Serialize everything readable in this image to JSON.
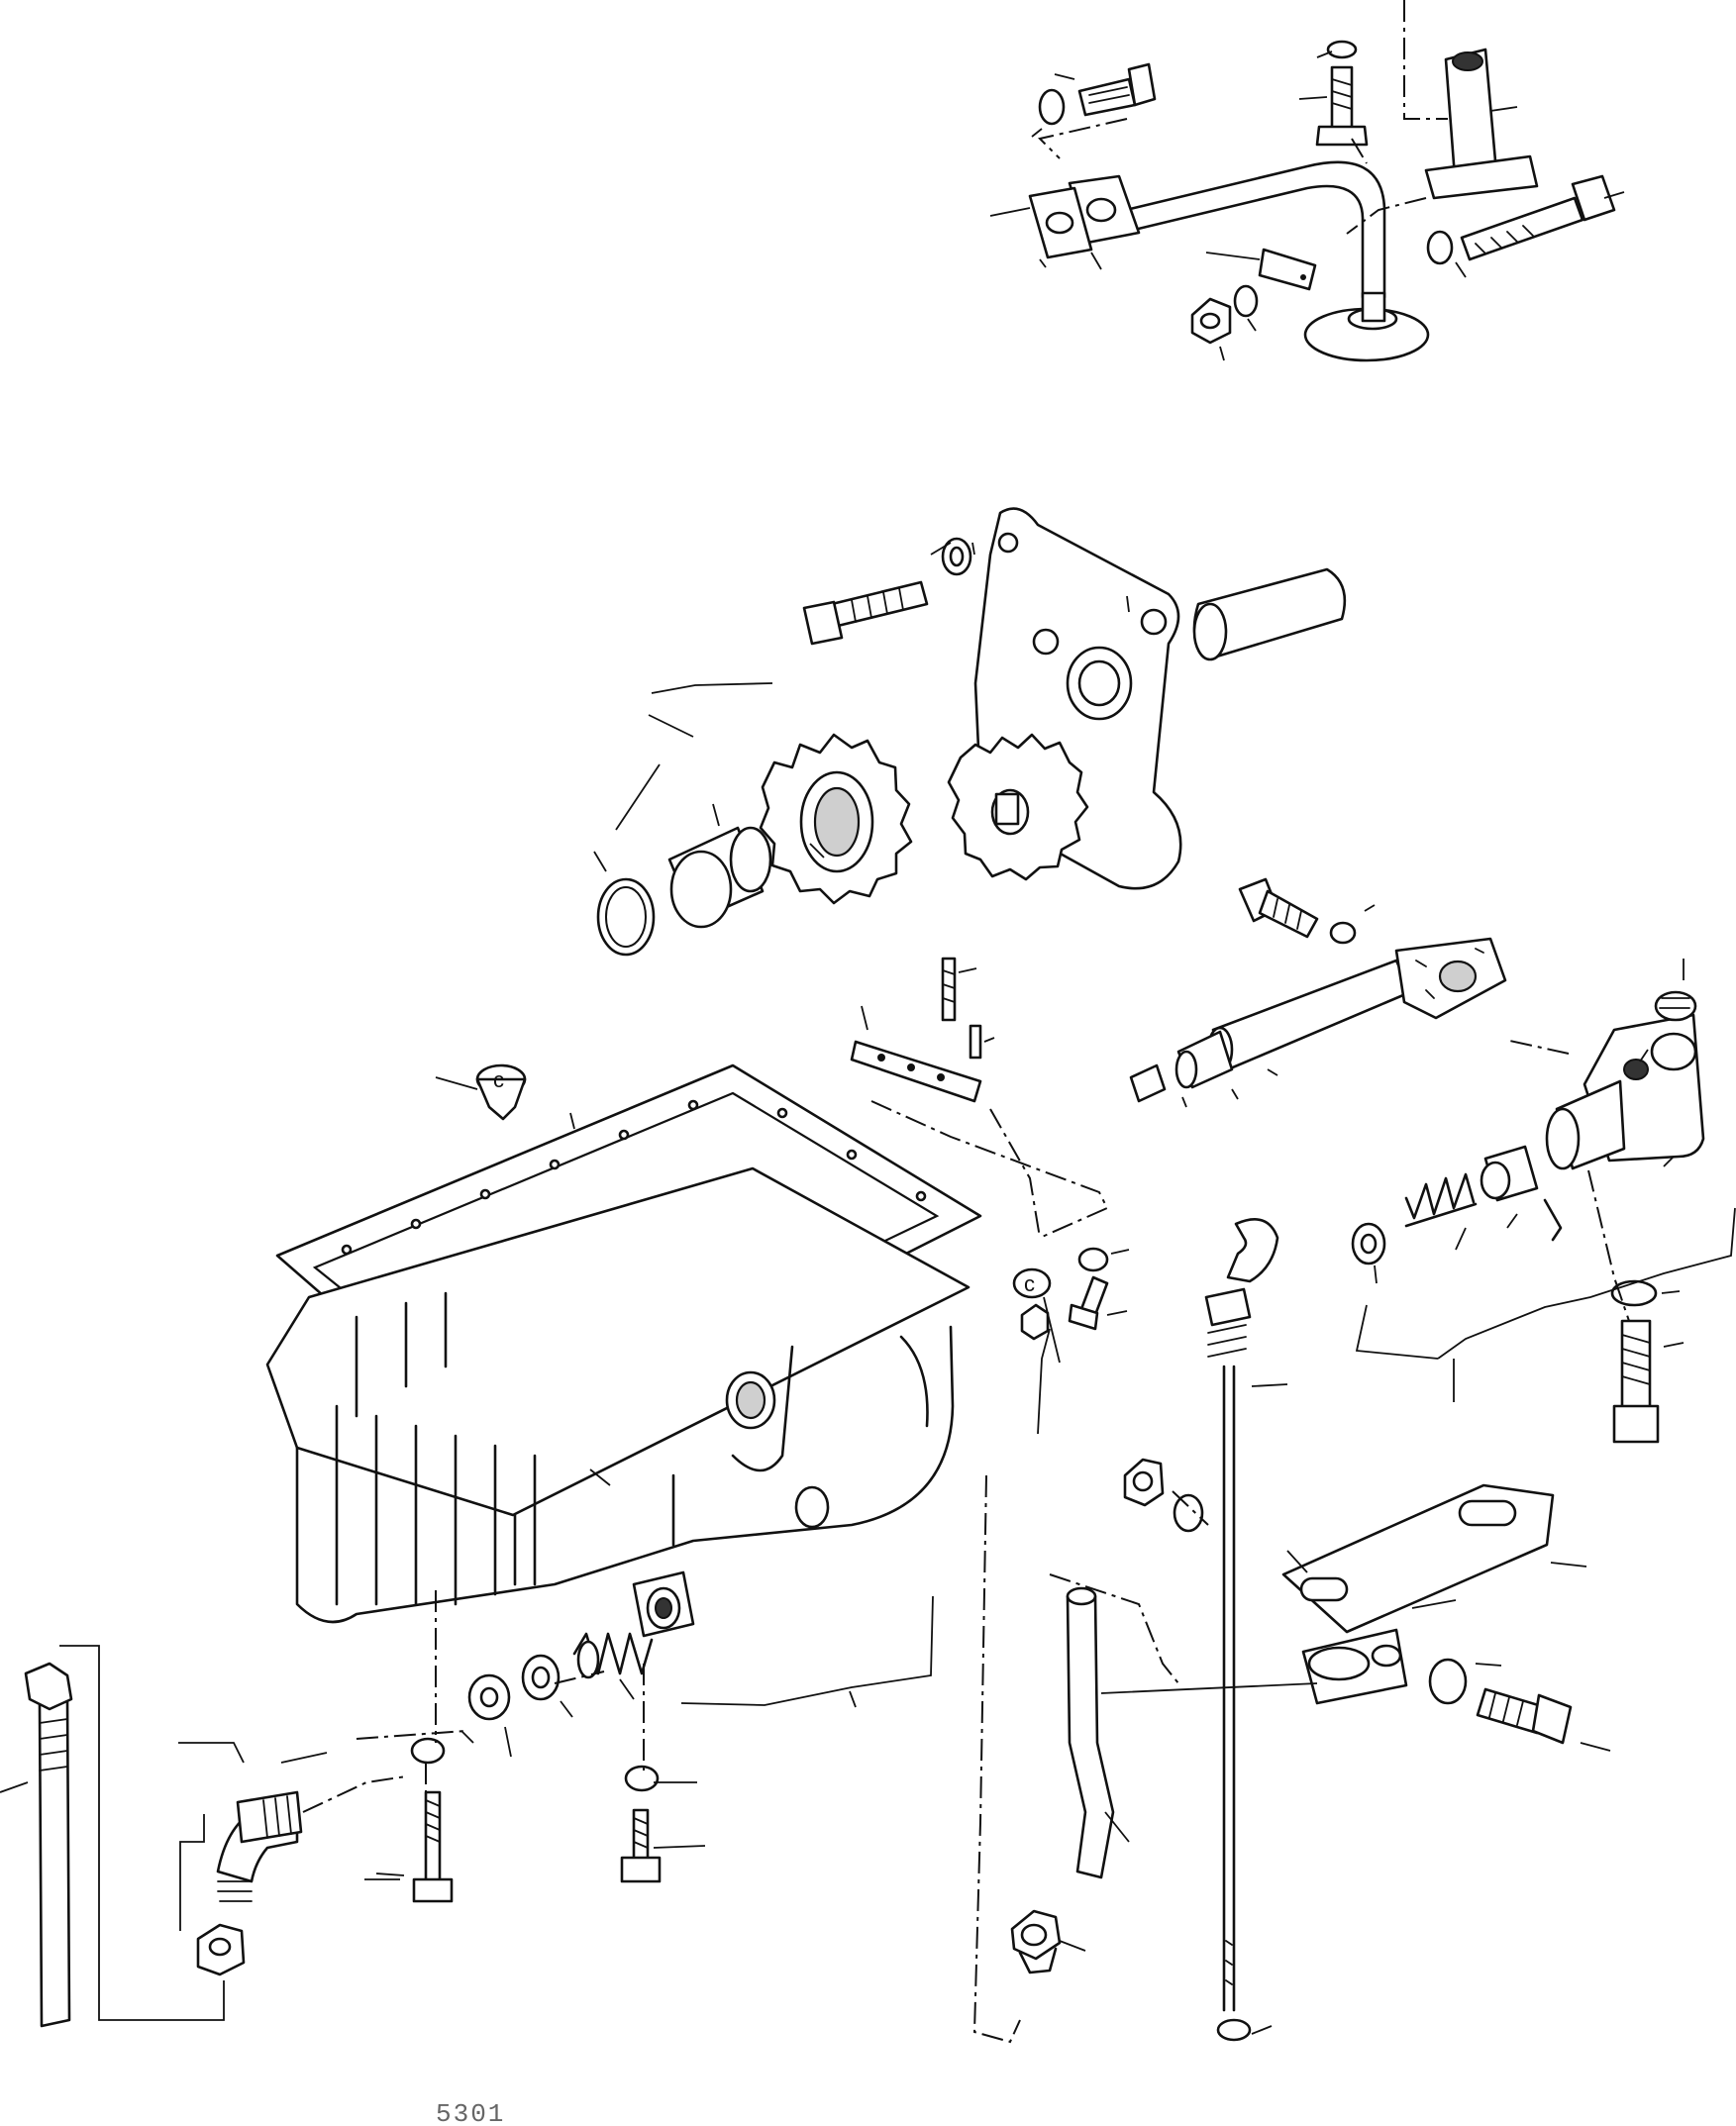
{
  "diagram": {
    "title": "",
    "footer_code": "5301",
    "groups": [
      {
        "id": "oil-suction-pipe-assembly",
        "icon": "oil-pickup-tube-icon"
      },
      {
        "id": "oil-pump-assembly",
        "icon": "gear-pump-icon"
      },
      {
        "id": "oil-pan-assembly",
        "icon": "oil-sump-icon"
      },
      {
        "id": "relief-valve-assembly",
        "icon": "relief-valve-icon"
      },
      {
        "id": "dipstick-assembly",
        "icon": "dipstick-icon"
      },
      {
        "id": "oil-return-line-assembly",
        "icon": "pipe-fitting-icon"
      }
    ],
    "colors": {
      "line": "#111111",
      "background": "#ffffff",
      "footer": "#666666"
    }
  }
}
